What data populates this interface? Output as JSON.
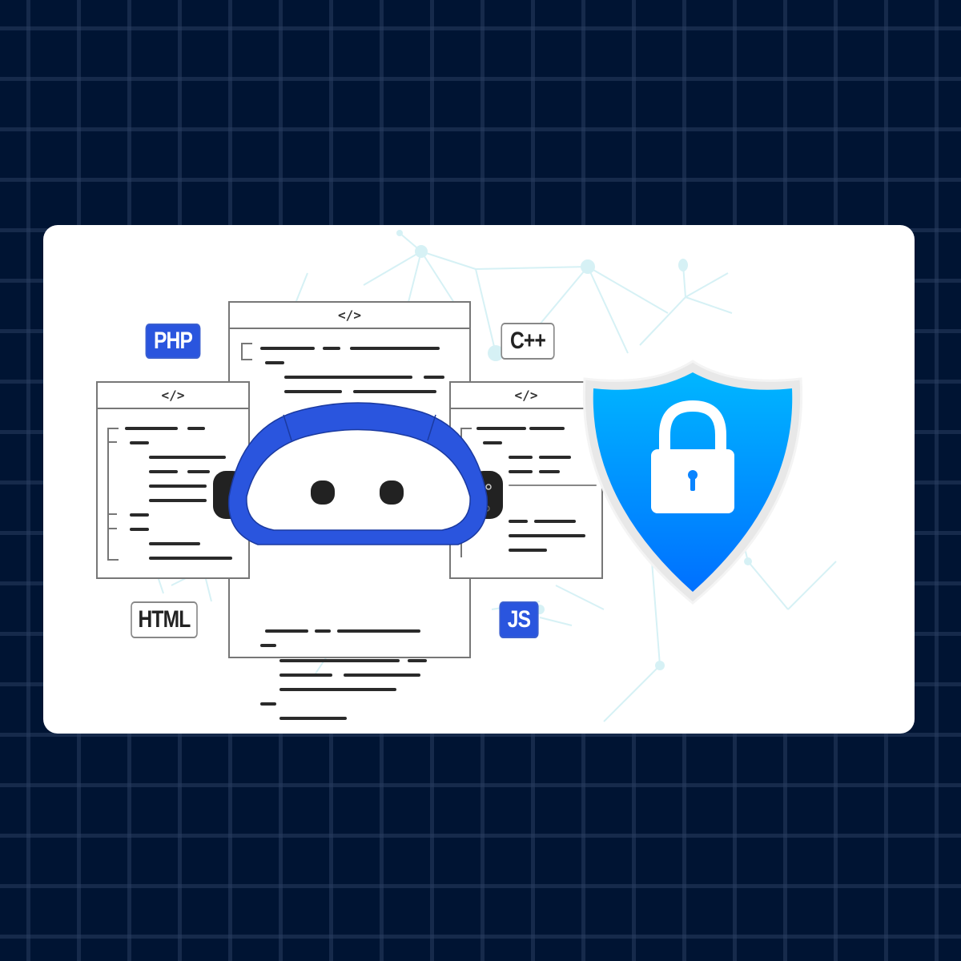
{
  "illustration": {
    "theme": "AI code security",
    "colors": {
      "background": "#001433",
      "grid_line": "#1c2d50",
      "card": "#ffffff",
      "robot_blue": "#2a55de",
      "shield_top": "#00b4ff",
      "shield_bottom": "#0070ff",
      "network": "#d8f3f6"
    },
    "documents": [
      {
        "id": "left",
        "header": "</>"
      },
      {
        "id": "center",
        "header": "</>"
      },
      {
        "id": "right",
        "header": "</>"
      }
    ],
    "language_badges": [
      {
        "label": "PHP",
        "style": "blue"
      },
      {
        "label": "C++",
        "style": "white"
      },
      {
        "label": "HTML",
        "style": "white"
      },
      {
        "label": "JS",
        "style": "blue"
      }
    ],
    "icons": [
      "robot-head-icon",
      "shield-lock-icon",
      "network-graph"
    ]
  }
}
